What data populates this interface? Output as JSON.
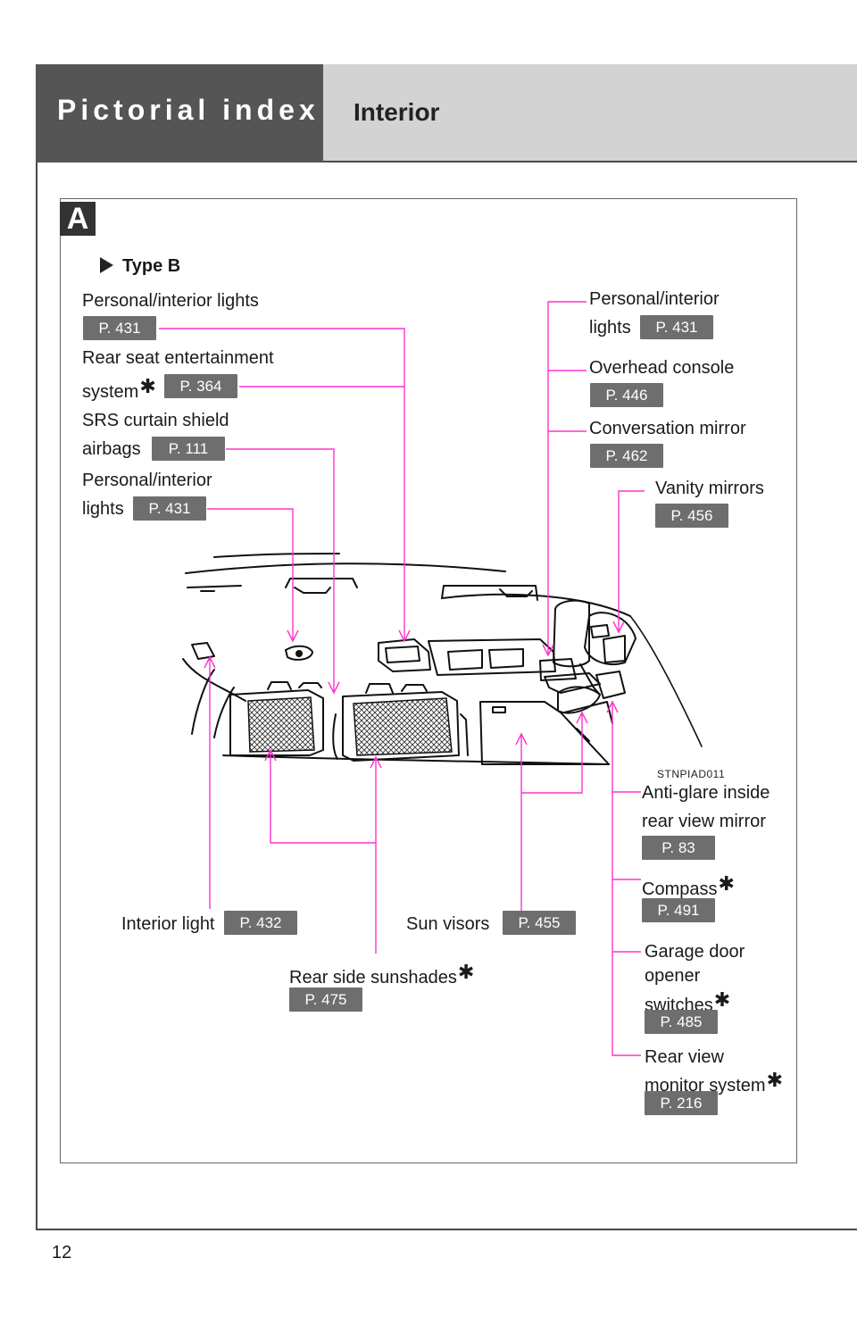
{
  "page_number": "12",
  "header": {
    "section": "Pictorial index",
    "title": "Interior"
  },
  "section_tag": "A",
  "variant": "Type B",
  "figure_code": "STNPIAD011",
  "colors": {
    "leader": "#ff33cc",
    "header_dark": "#555555",
    "header_light": "#d3d3d3",
    "page_ref_bg": "#6e6e6e"
  },
  "icons": {
    "variant_marker": "triangle-right-icon",
    "optional_marker": "asterisk-icon"
  },
  "callouts": {
    "personal_lights_1": {
      "label": "Personal/interior lights",
      "ref": "P. 431"
    },
    "rear_seat_ent": {
      "label_l1": "Rear seat entertainment",
      "label_l2": "system",
      "ref": "P. 364"
    },
    "srs_curtain": {
      "label_l1": "SRS curtain shield",
      "label_l2": "airbags",
      "ref": "P. 111"
    },
    "personal_lights_2": {
      "label_l1": "Personal/interior",
      "label_l2": "lights",
      "ref": "P. 431"
    },
    "personal_lights_3": {
      "label_l1": "Personal/interior",
      "label_l2": "lights",
      "ref": "P. 431"
    },
    "overhead_console": {
      "label": "Overhead console",
      "ref": "P. 446"
    },
    "conversation_mirror": {
      "label": "Conversation mirror",
      "ref": "P. 462"
    },
    "vanity_mirrors": {
      "label": "Vanity mirrors",
      "ref": "P. 456"
    },
    "anti_glare": {
      "label_l1": "Anti-glare inside",
      "label_l2": "rear view mirror",
      "ref": "P. 83"
    },
    "compass": {
      "label": "Compass",
      "ref": "P. 491"
    },
    "garage_door": {
      "label_l1": "Garage door",
      "label_l2": "opener",
      "label_l3": "switches",
      "ref": "P. 485"
    },
    "rear_view_monitor": {
      "label_l1": "Rear view",
      "label_l2": "monitor system",
      "ref": "P. 216"
    },
    "interior_light": {
      "label": "Interior light",
      "ref": "P. 432"
    },
    "sun_visors": {
      "label": "Sun visors",
      "ref": "P. 455"
    },
    "rear_side_sunshades": {
      "label": "Rear side sunshades",
      "ref": "P. 475"
    }
  }
}
